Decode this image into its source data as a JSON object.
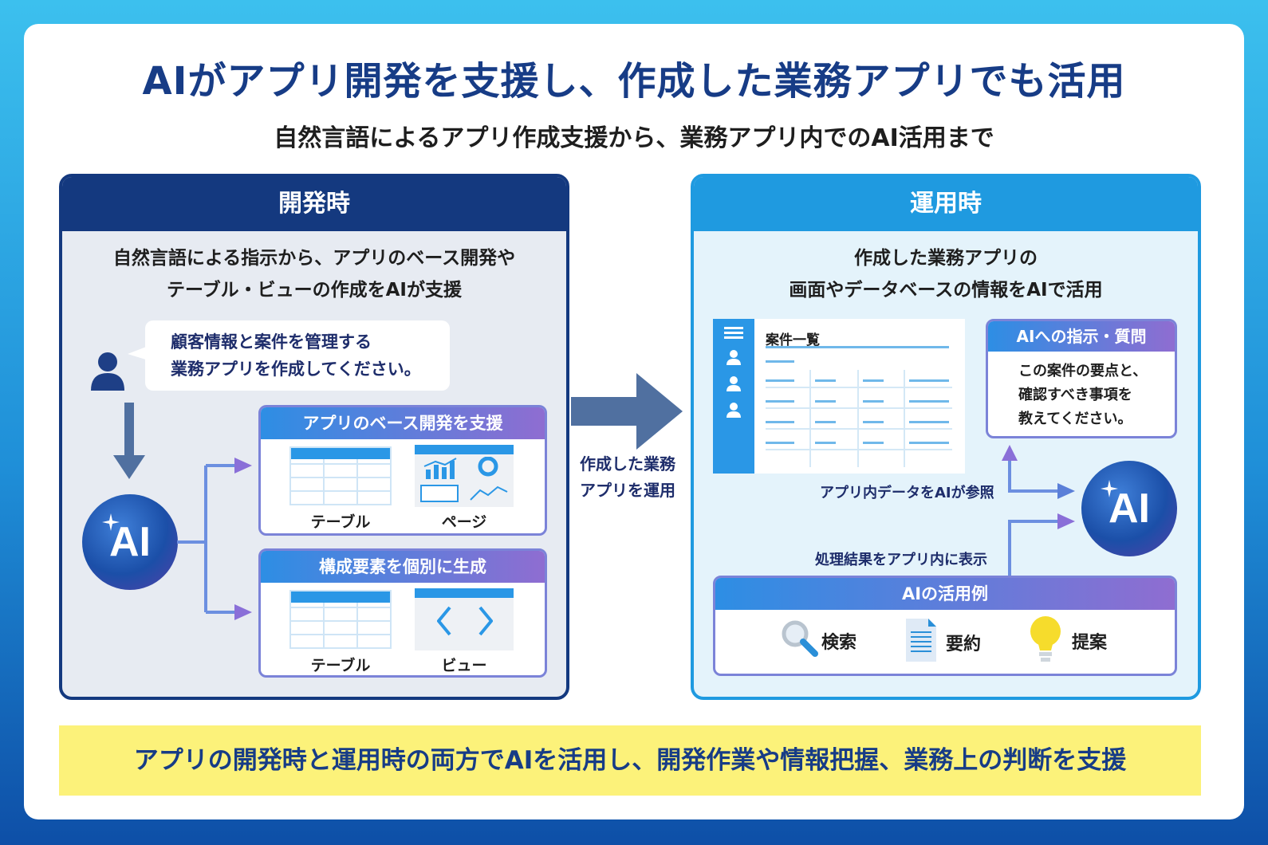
{
  "title": "AIがアプリ開発を支援し、作成した業務アプリでも活用",
  "subtitle": "自然言語によるアプリ作成支援から、業務アプリ内でのAI活用まで",
  "dev": {
    "heading": "開発時",
    "desc_line1": "自然言語による指示から、アプリのベース開発や",
    "desc_line2": "テーブル・ビューの作成をAIが支援",
    "bubble_line1": "顧客情報と案件を管理する",
    "bubble_line2": "業務アプリを作成してください。",
    "ai_label": "AI",
    "box1": {
      "title": "アプリのベース開発を支援",
      "left_caption": "テーブル",
      "right_caption": "ページ"
    },
    "box2": {
      "title": "構成要素を個別に生成",
      "left_caption": "テーブル",
      "right_caption": "ビュー"
    }
  },
  "middle_arrow": {
    "line1": "作成した業務",
    "line2": "アプリを運用"
  },
  "ops": {
    "heading": "運用時",
    "desc_line1": "作成した業務アプリの",
    "desc_line2": "画面やデータベースの情報をAIで活用",
    "list_title": "案件一覧",
    "ai_query": {
      "title": "AIへの指示・質問",
      "line1": "この案件の要点と、",
      "line2": "確認すべき事項を",
      "line3": "教えてください。"
    },
    "ai_label": "AI",
    "ref_label": "アプリ内データをAIが参照",
    "result_label": "処理結果をアプリ内に表示",
    "examples": {
      "title": "AIの活用例",
      "items": [
        "検索",
        "要約",
        "提案"
      ]
    }
  },
  "footer": "アプリの開発時と運用時の両方でAIを活用し、開発作業や情報把握、業務上の判断を支援",
  "colors": {
    "navy": "#14397f",
    "sky": "#1f9ae0",
    "accent_purple": "#8f6dd1",
    "band_yellow": "#fcf27a"
  }
}
